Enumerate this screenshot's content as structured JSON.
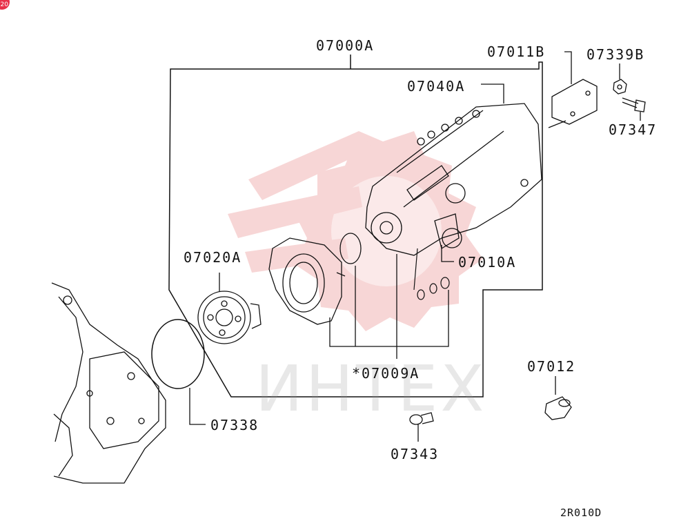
{
  "corner_badge": "20",
  "watermark": {
    "text": "ИНТЕХ"
  },
  "labels": {
    "assembly": "07000A",
    "bracket": "07011B",
    "nut": "07339B",
    "pump_body": "07040A",
    "bolt": "07347",
    "gear": "07020A",
    "valve": "07010A",
    "gasket_kit": "*07009A",
    "plug": "07012",
    "o_ring": "07338",
    "eye_bolt": "07343"
  },
  "drawing_code": "2R010D",
  "colors": {
    "line": "#111111",
    "watermark": "#f2c6c6"
  }
}
